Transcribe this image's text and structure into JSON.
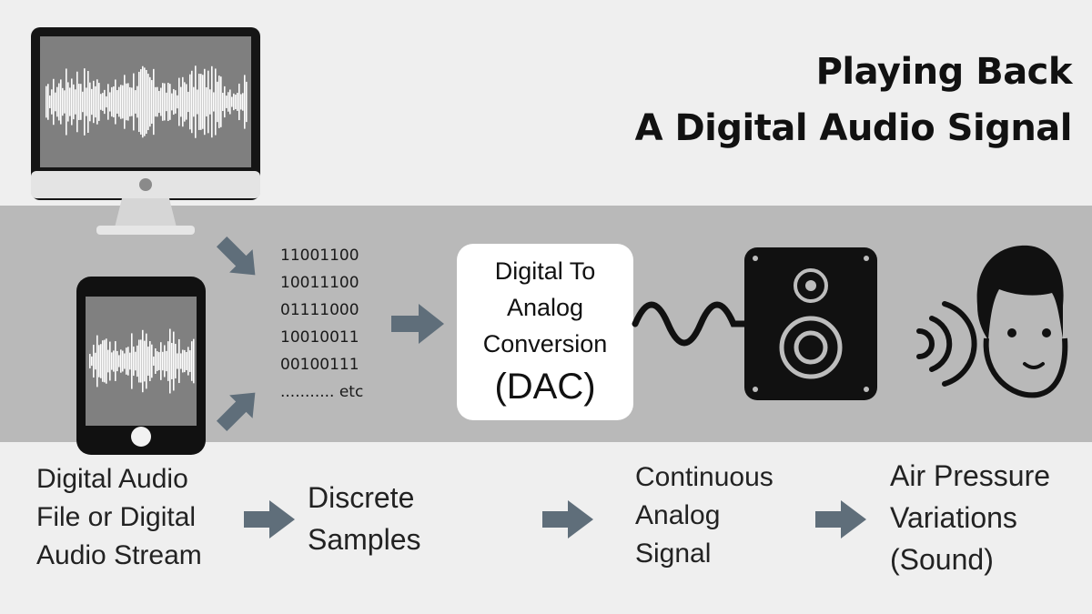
{
  "title": {
    "line1": "Playing Back",
    "line2": "A Digital Audio Signal"
  },
  "binary_samples": [
    "11001100",
    "10011100",
    "01111000",
    "10010011",
    "00100111",
    "........... etc"
  ],
  "dac": {
    "line1": "Digital To",
    "line2": "Analog",
    "line3": "Conversion",
    "line4": "(DAC)"
  },
  "captions": {
    "source": [
      "Digital Audio",
      "File or Digital",
      "Audio Stream"
    ],
    "samples": [
      "Discrete",
      "Samples"
    ],
    "analog": [
      "Continuous",
      "Analog",
      "Signal"
    ],
    "sound": [
      "Air Pressure",
      "Variations",
      "(Sound)"
    ]
  },
  "icons": [
    "monitor-icon",
    "tablet-icon",
    "arrow-icon",
    "speaker-icon",
    "sound-waves-icon",
    "human-head-icon"
  ],
  "colors": {
    "band": "#b9b9b9",
    "background": "#efefef",
    "arrow": "#5f6e7a",
    "device": "#111111"
  }
}
